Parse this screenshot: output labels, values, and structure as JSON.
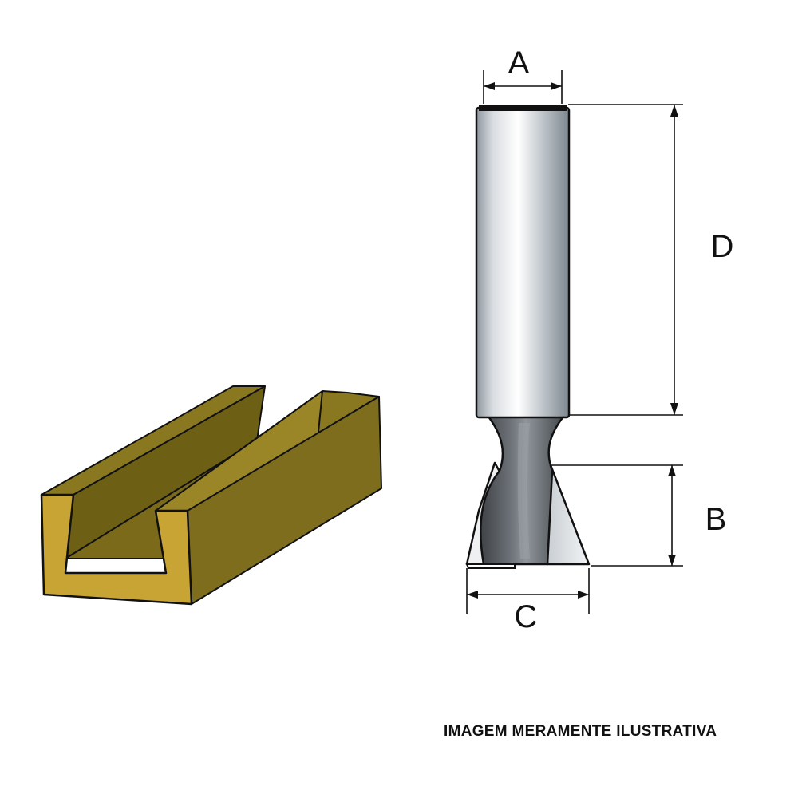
{
  "dimensions": {
    "a": "A",
    "b": "B",
    "c": "C",
    "d": "D"
  },
  "caption": "IMAGEM MERAMENTE ILUSTRATIVA",
  "colors": {
    "wood_top": "#8a7820",
    "wood_face": "#c8a434",
    "wood_side": "#7a6a1a",
    "outline": "#111111",
    "shank_dark": "#9aa4ad",
    "shank_light": "#f4f6f8",
    "cutter_dark": "#5a5e63"
  }
}
